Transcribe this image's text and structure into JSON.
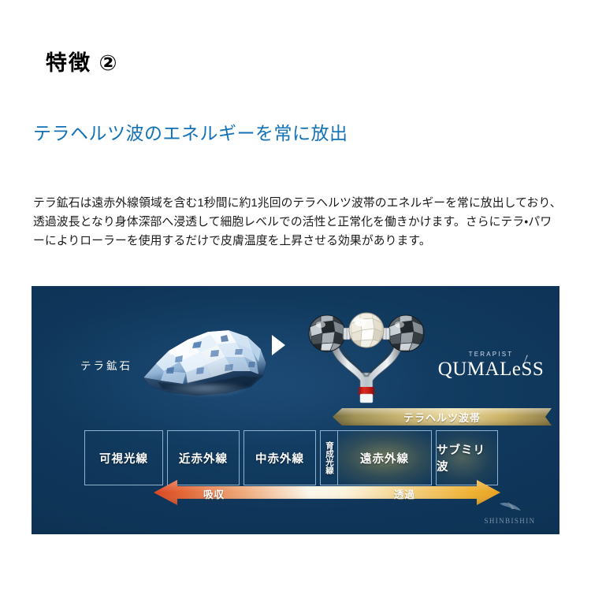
{
  "page": {
    "background_color": "#ffffff",
    "heading": "特徴 ②",
    "subtitle": "テラヘルツ波のエネルギーを常に放出",
    "subtitle_color": "#1272b5",
    "body_text": "テラ鉱石は遠赤外線領域を含む1秒間に約1兆回のテラヘルツ波帯のエネルギーを常に放出しており、透過波長となり身体深部へ浸透して細胞レベルでの活性と正常化を働きかけます。さらにテラ・パワーによりローラーを使用するだけで皮膚温度を上昇させる効果があります。"
  },
  "panel": {
    "background_color": "#113a5f",
    "ore_label": "テラ鉱石",
    "flow_arrow_icon": "play-triangle-icon",
    "rock_icon": "tera-mineral-rock-image",
    "roller_icon": "beauty-roller-device-image",
    "logo": {
      "kicker": "TERAPIST",
      "name": "QUMALeSS"
    },
    "ribbon": {
      "label": "テラヘルツ波帯",
      "color": "#c9a94f"
    },
    "spectrum": {
      "cells": [
        {
          "label": "可視光線",
          "highlighted": false,
          "vertical": false
        },
        {
          "label": "近赤外線",
          "highlighted": false,
          "vertical": false
        },
        {
          "label": "中赤外線",
          "highlighted": false,
          "vertical": false
        },
        {
          "label": "育成光線",
          "highlighted": false,
          "vertical": true
        },
        {
          "label": "遠赤外線",
          "highlighted": true,
          "vertical": false
        },
        {
          "label": "サブミリ波",
          "highlighted": true,
          "vertical": false
        }
      ]
    },
    "gradient_arrow": {
      "left_label": "吸収",
      "right_label": "透過",
      "left_color": "#e05a2b",
      "right_color": "#eeae2b"
    },
    "watermark": {
      "name": "SHINBISHIN",
      "icon": "shinbishin-mark-icon"
    }
  }
}
